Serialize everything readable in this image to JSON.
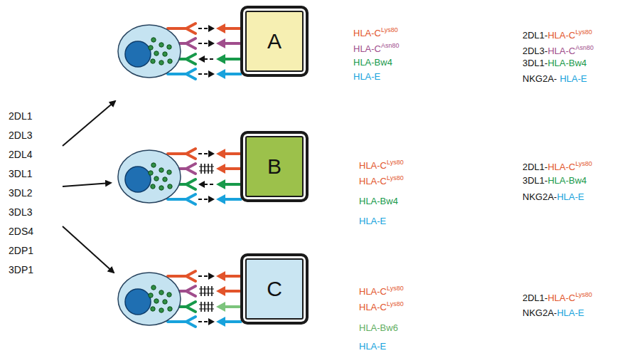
{
  "diagram": {
    "nodes": [
      {
        "text": [
          "A"
        ]
      },
      {
        "text": [
          "B"
        ]
      },
      {
        "text": [
          "C"
        ]
      }
    ],
    "labels": [
      "2DL1",
      "2DL3",
      "2DL4",
      "3DL1",
      "3DL2",
      "3DL3",
      "2DS4",
      "2DP1",
      "3DP1",
      "HLA-C",
      "Lys80",
      "HLA-C",
      "Asn80",
      "HLA-Bw4",
      "HLA-E",
      "2DL1-",
      "HLA-C",
      "Lys80",
      "2DL3-",
      "HLA-C",
      "Asn80",
      "3DL1-",
      "HLA-Bw4",
      "NKG2A-",
      "HLA-E",
      "HLA-C",
      "Lys80",
      "HLA-C",
      "Lys80",
      "HLA-Bw4",
      "HLA-E",
      "2DL1-",
      "HLA-C",
      "Lys80",
      "3DL1-",
      "HLA-Bw4",
      "NKG2A-",
      "HLA-E",
      "HLA-C",
      "Lys80",
      "HLA-C",
      "Lys80",
      "HLA-Bw6",
      "HLA-E",
      "2DL1-",
      "HLA-C",
      "Lys80",
      "NKG2A-",
      "HLA-E"
    ]
  }
}
